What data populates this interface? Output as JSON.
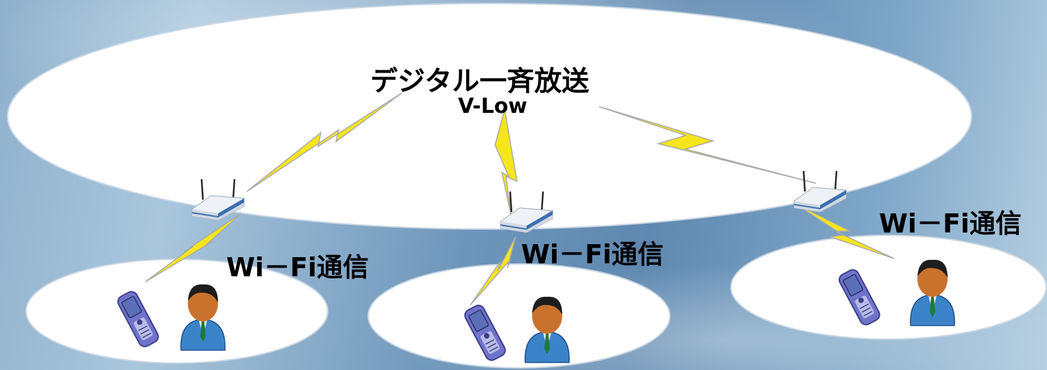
{
  "diagram": {
    "title": "デジタル一斉放送",
    "subtitle": "V-Low",
    "links": [
      {
        "label": "Wi－Fi通信"
      },
      {
        "label": "Wi－Fi通信"
      },
      {
        "label": "Wi－Fi通信"
      }
    ]
  },
  "colors": {
    "bolt": "#f5e51c",
    "ellipse": "#ffffff",
    "router": "#e8edf2",
    "router_stripe": "#3c6fb0",
    "phone": "#6f73c9",
    "person_suit": "#3b83c9",
    "person_skin": "#c9722d"
  },
  "icons": [
    "router-icon",
    "mobile-phone-icon",
    "person-icon",
    "lightning-bolt-icon"
  ]
}
